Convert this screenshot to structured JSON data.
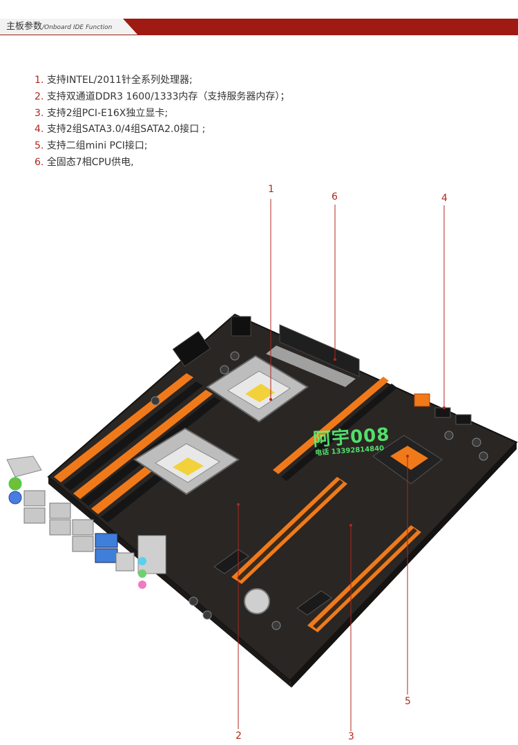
{
  "header": {
    "title": "主板参数",
    "subtitle": "/Onboard IDE Function"
  },
  "features": [
    {
      "num": "1.",
      "text": "支持INTEL/2011针全系列处理器;"
    },
    {
      "num": "2.",
      "text": "支持双通道DDR3 1600/1333内存（支持服务器内存）；"
    },
    {
      "num": "3.",
      "text": "支持2组PCI-E16X独立显卡;"
    },
    {
      "num": "4.",
      "text": "支持2组SATA3.0/4组SATA2.0接口 ;"
    },
    {
      "num": "5.",
      "text": "支持二组mini  PCI接口;"
    },
    {
      "num": "6.",
      "text": "全固态7相CPU供电,"
    }
  ],
  "callouts": [
    "1",
    "6",
    "4",
    "2",
    "3",
    "5"
  ],
  "watermark": {
    "main": "阿宇008",
    "sub": "电话 13392814840"
  },
  "colors": {
    "accent": "#b0261d",
    "header_bar": "#9e1a12",
    "board": "#2a2624",
    "orange": "#f07a1a"
  }
}
